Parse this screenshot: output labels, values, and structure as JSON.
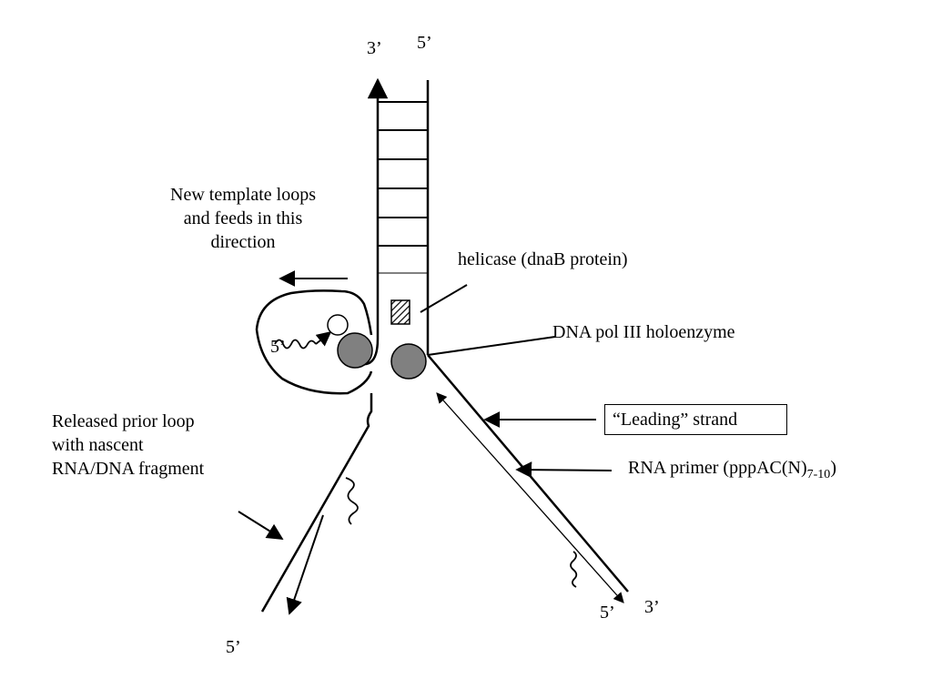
{
  "strand_labels": {
    "top_left": "3’",
    "top_right": "5’",
    "bottom_left": "5’",
    "bottom_right_5": "5’",
    "bottom_right_3": "3’",
    "loop_5": "5’"
  },
  "annotations": {
    "new_template": [
      "New template loops",
      "and feeds in this",
      "direction"
    ],
    "helicase": "helicase (dnaB protein)",
    "pol3": "DNA pol III holoenzyme",
    "leading": "“Leading” strand",
    "primer_main": "RNA primer (pppAC(N)",
    "primer_sub": "7-10",
    "primer_close": ")",
    "released": [
      "Released prior loop",
      "with nascent",
      "RNA/DNA fragment"
    ]
  },
  "colors": {
    "line": "#000000",
    "polymerase_fill": "#808080",
    "primase_fill": "#ffffff"
  }
}
